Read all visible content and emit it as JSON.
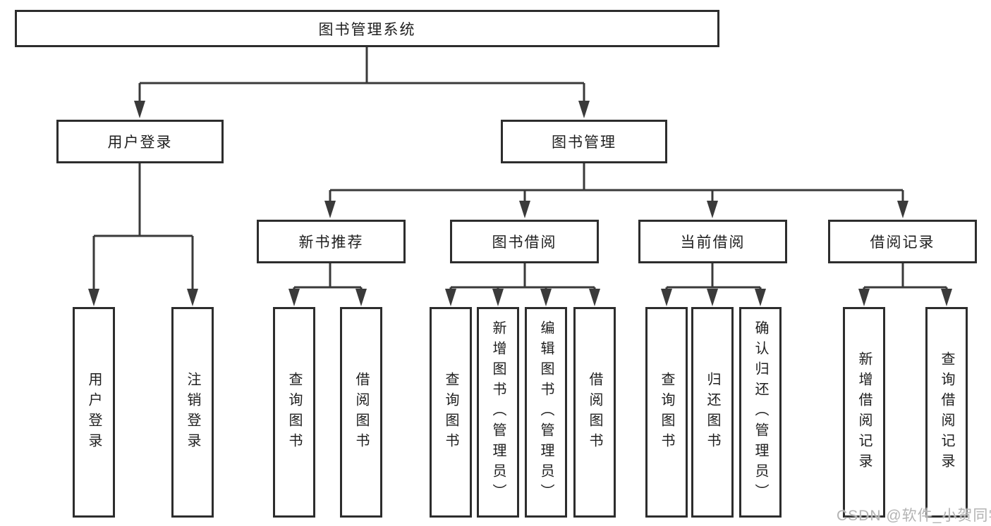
{
  "colors": {
    "line": "#3a3a3a",
    "box_border": "#2d2d2d",
    "box_fill": "#ffffff",
    "text": "#1f1f1f",
    "watermark": "#b3b3b3"
  },
  "diagram": {
    "root": {
      "label": "图书管理系统"
    },
    "level2": [
      {
        "label": "用户登录"
      },
      {
        "label": "图书管理"
      }
    ],
    "level3": [
      {
        "label": "新书推荐",
        "parent": "图书管理"
      },
      {
        "label": "图书借阅",
        "parent": "图书管理"
      },
      {
        "label": "当前借阅",
        "parent": "图书管理"
      },
      {
        "label": "借阅记录",
        "parent": "图书管理"
      }
    ],
    "leaves": [
      {
        "label": "用户登录",
        "parent": "用户登录"
      },
      {
        "label": "注销登录",
        "parent": "用户登录"
      },
      {
        "label": "查询图书",
        "parent": "新书推荐"
      },
      {
        "label": "借阅图书",
        "parent": "新书推荐"
      },
      {
        "label": "查询图书",
        "parent": "图书借阅"
      },
      {
        "label": "新增图书（管理员）",
        "parent": "图书借阅"
      },
      {
        "label": "编辑图书（管理员）",
        "parent": "图书借阅"
      },
      {
        "label": "借阅图书",
        "parent": "图书借阅"
      },
      {
        "label": "查询图书",
        "parent": "当前借阅"
      },
      {
        "label": "归还图书",
        "parent": "当前借阅"
      },
      {
        "label": "确认归还（管理员）",
        "parent": "当前借阅"
      },
      {
        "label": "新增借阅记录",
        "parent": "借阅记录"
      },
      {
        "label": "查询借阅记录",
        "parent": "借阅记录"
      }
    ]
  },
  "watermark": {
    "text": "CSDN @软件_小贺同学"
  }
}
